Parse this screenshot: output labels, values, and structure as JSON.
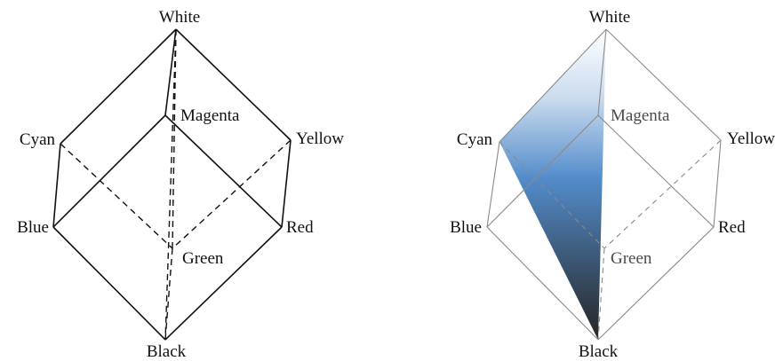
{
  "left_cube": {
    "labels": {
      "white": "White",
      "magenta": "Magenta",
      "cyan": "Cyan",
      "yellow": "Yellow",
      "blue": "Blue",
      "red": "Red",
      "green": "Green",
      "black": "Black"
    }
  },
  "right_cube": {
    "labels": {
      "white": "White",
      "magenta": "Magenta",
      "cyan": "Cyan",
      "yellow": "Yellow",
      "blue": "Blue",
      "red": "Red",
      "green": "Green",
      "black": "Black"
    },
    "gradient_colors": {
      "light": "#ffffff",
      "mid": "#4a86c8",
      "dark": "#1a1a1a"
    }
  }
}
